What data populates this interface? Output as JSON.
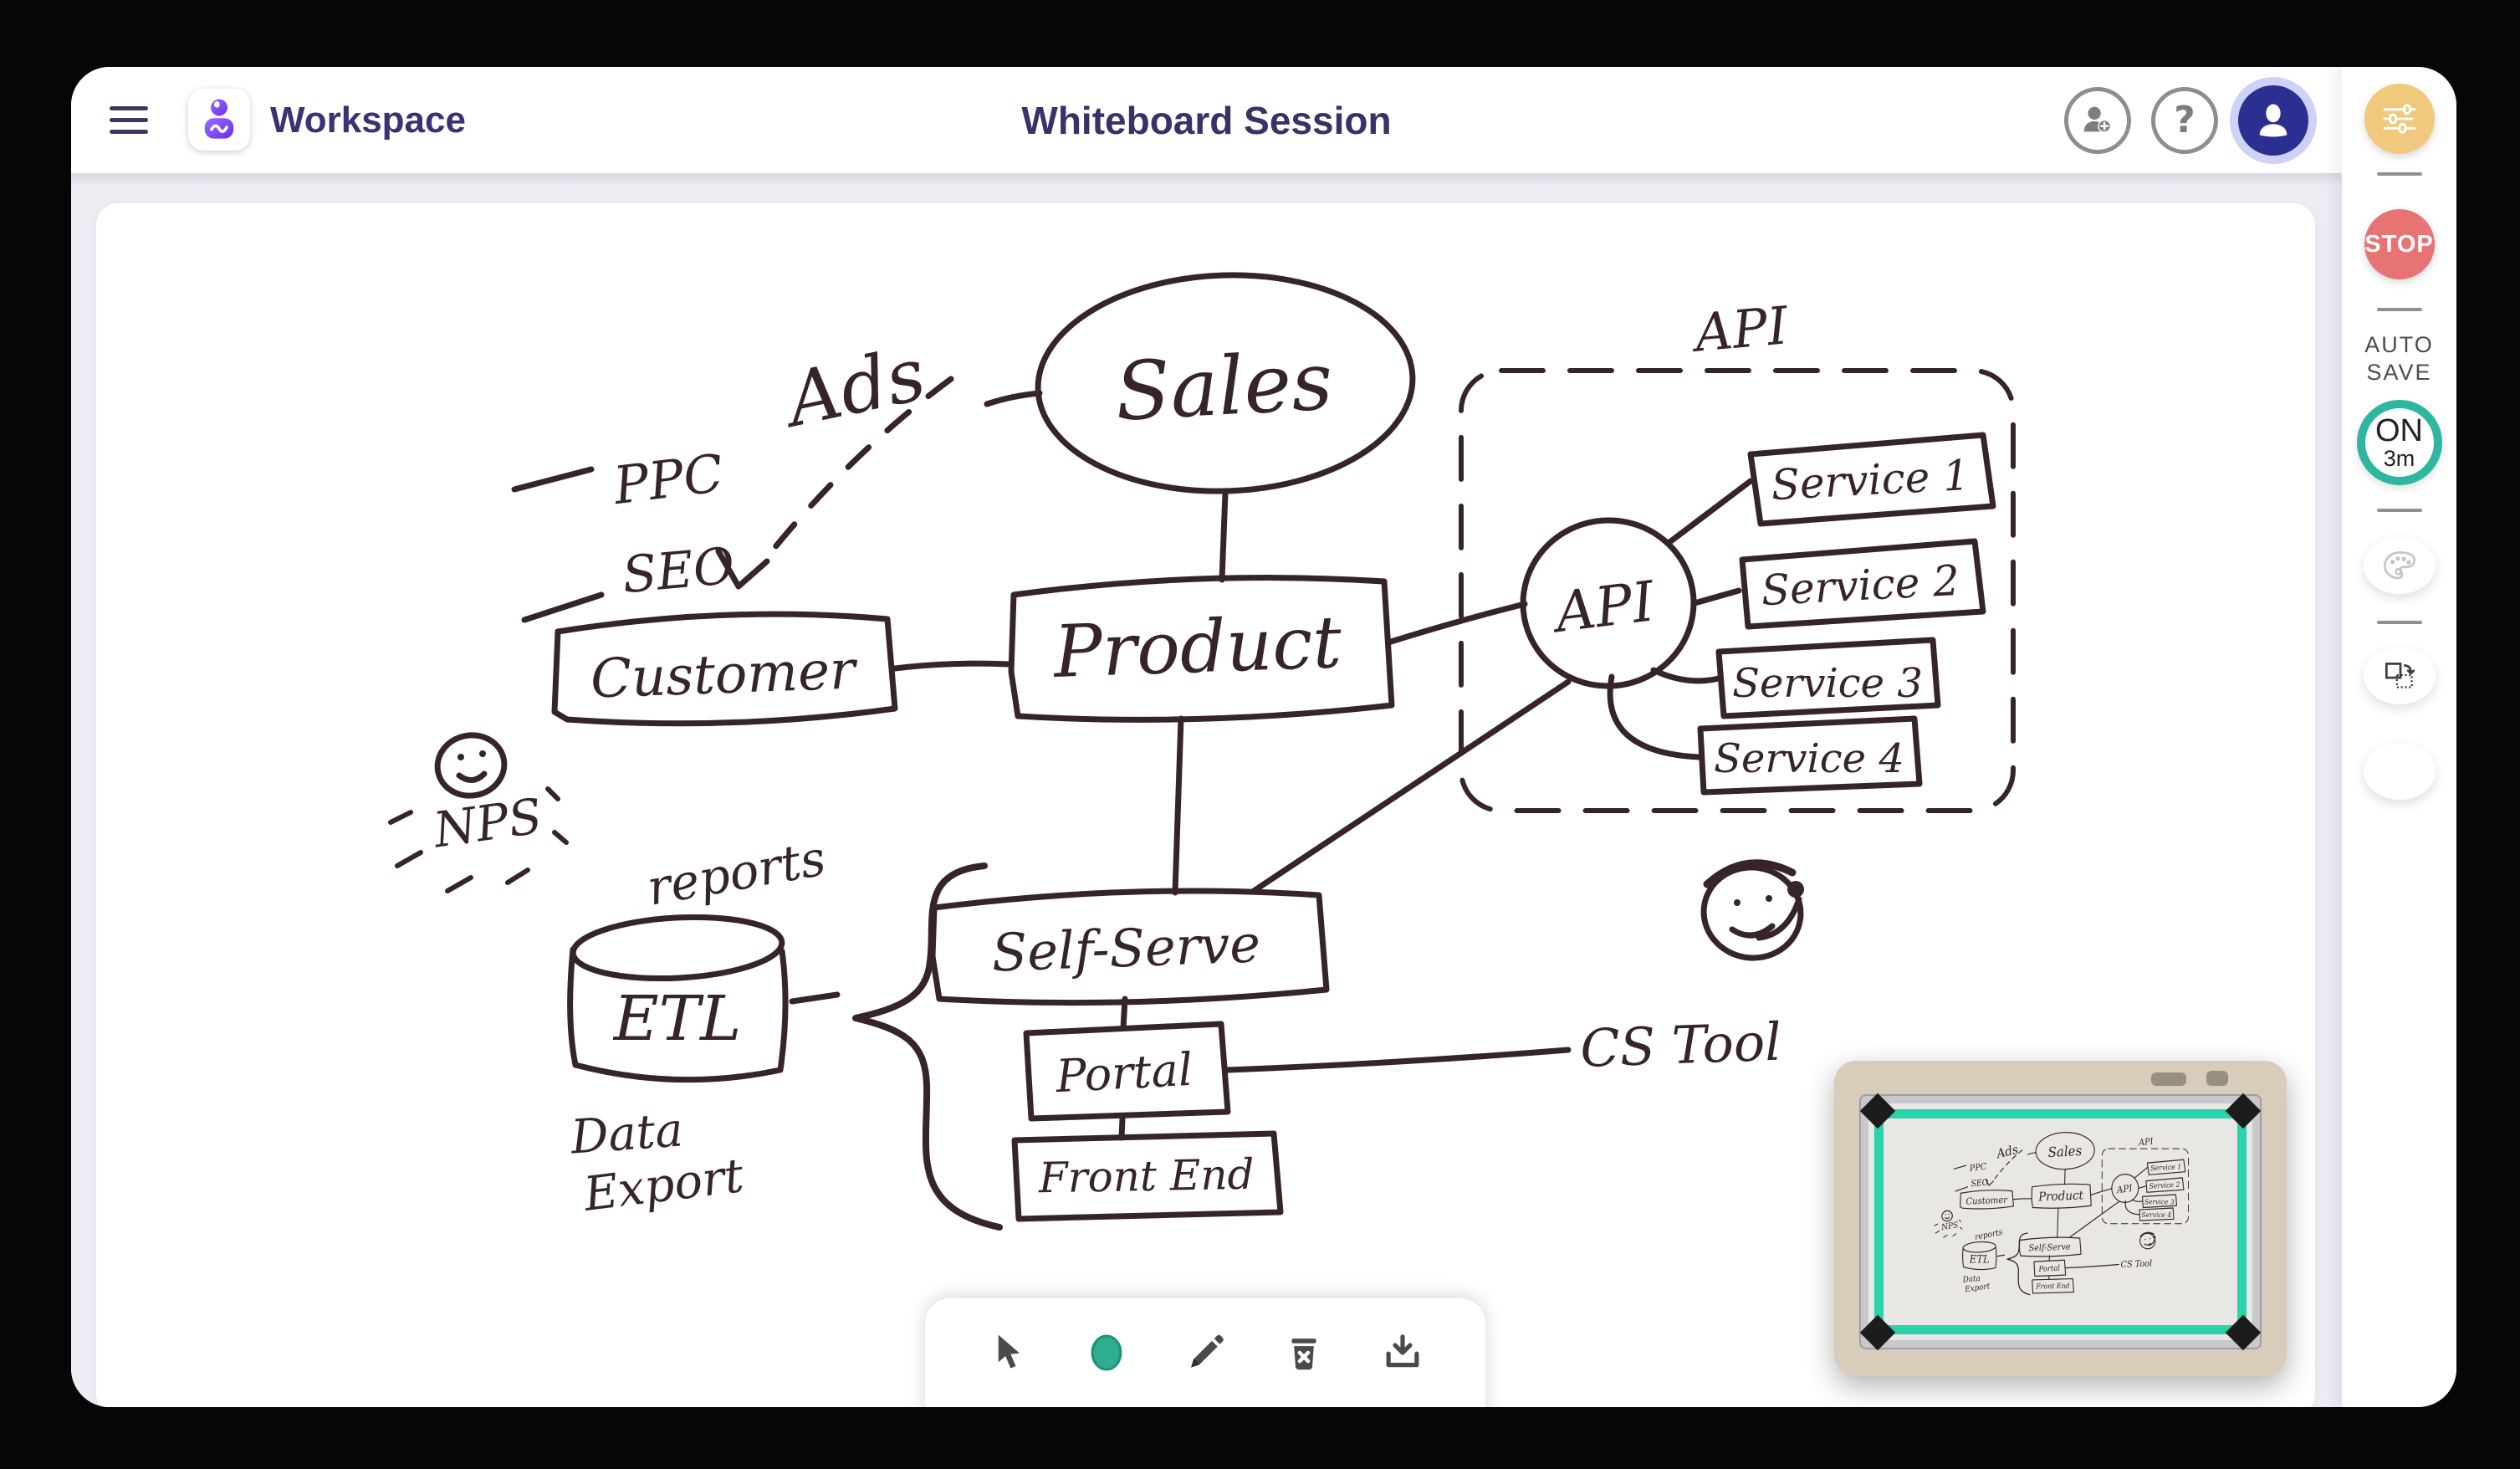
{
  "window": {
    "title": "Whiteboard Session"
  },
  "header": {
    "brand": "Workspace"
  },
  "rail": {
    "stop": "STOP",
    "autosave_label_line1": "AUTO",
    "autosave_label_line2": "SAVE",
    "autosave_state": "ON",
    "autosave_interval": "3m"
  },
  "whiteboard": {
    "labels": {
      "ads": "Ads",
      "ppc": "PPC",
      "seo": "SEO",
      "sales": "Sales",
      "customer": "Customer",
      "product": "Product",
      "api_title": "API",
      "api_node": "API",
      "service1": "Service 1",
      "service2": "Service 2",
      "service3": "Service 3",
      "service4": "Service 4",
      "self_serve": "Self-Serve",
      "portal": "Portal",
      "front_end": "Front End",
      "cs_tool": "CS Tool",
      "nps": "NPS",
      "reports": "reports",
      "etl": "ETL",
      "data_export_line1": "Data",
      "data_export_line2": "Export"
    }
  },
  "toolbar": {
    "tools": [
      "select-cursor",
      "ellipse-shape",
      "pencil",
      "delete",
      "download"
    ]
  },
  "icons": {
    "hamburger-icon": "three horizontal bars",
    "logo-icon": "purple person with squiggle",
    "add-user-icon": "person with plus",
    "help-icon": "question mark",
    "avatar-icon": "white person on indigo circle",
    "sliders-icon": "three slider rows",
    "palette-icon": "painter palette",
    "duplicate-icon": "copy square with arrow",
    "cursor-icon": "pointer arrow",
    "ellipse-tool-icon": "filled green ellipse",
    "pencil-icon": "pencil",
    "trash-x-icon": "trash can with x",
    "download-icon": "tray with down arrow"
  },
  "colors": {
    "brand_indigo": "#3a3274",
    "accent_yellow": "#f1c97d",
    "accent_red": "#e87373",
    "accent_teal": "#2eb6a0",
    "tool_green": "#2fae8f",
    "ink": "#37232c",
    "pip_overlay_teal": "#2bd2ab",
    "content_bg": "#ededf4",
    "avatar_bg": "#2c2f92"
  }
}
